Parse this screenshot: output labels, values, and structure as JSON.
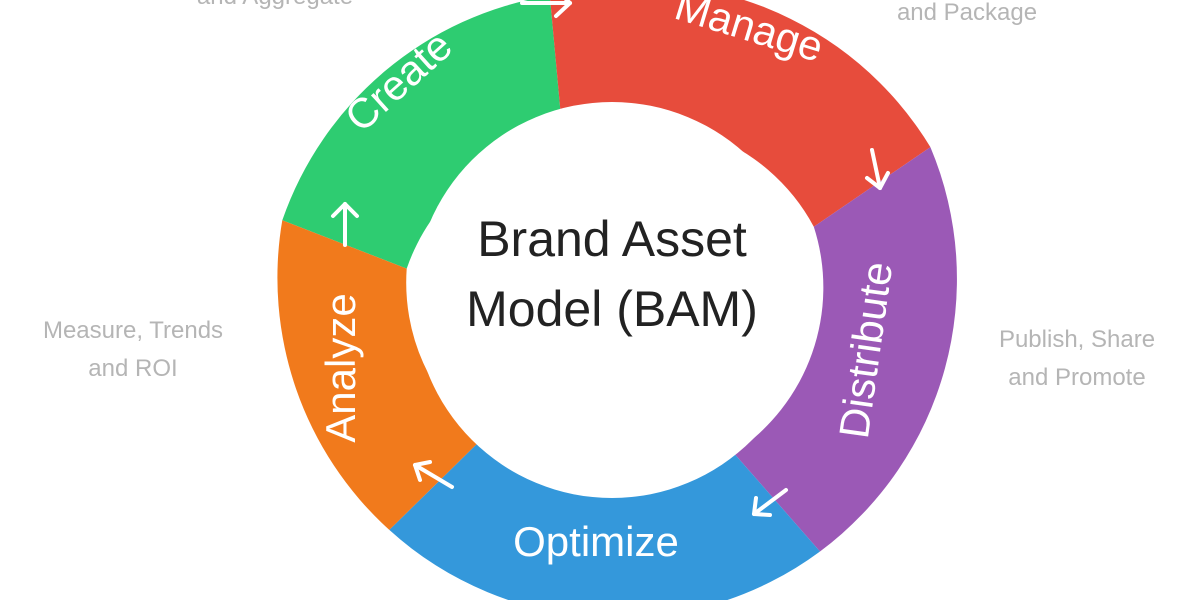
{
  "center": {
    "title_line1": "Brand Asset",
    "title_line2": "Model (BAM)"
  },
  "segments": [
    {
      "label": "Create",
      "color": "#2ecc71"
    },
    {
      "label": "Manage",
      "color": "#e74c3c"
    },
    {
      "label": "Distribute",
      "color": "#9b59b6"
    },
    {
      "label": "Optimize",
      "color": "#3498db"
    },
    {
      "label": "Analyze",
      "color": "#f17a1c"
    }
  ],
  "side_notes": {
    "top_left": "and Aggregate",
    "top_right": "and Package",
    "right_line1": "Publish, Share",
    "right_line2": "and Promote",
    "left_line1": "Measure, Trends",
    "left_line2": "and ROI"
  }
}
